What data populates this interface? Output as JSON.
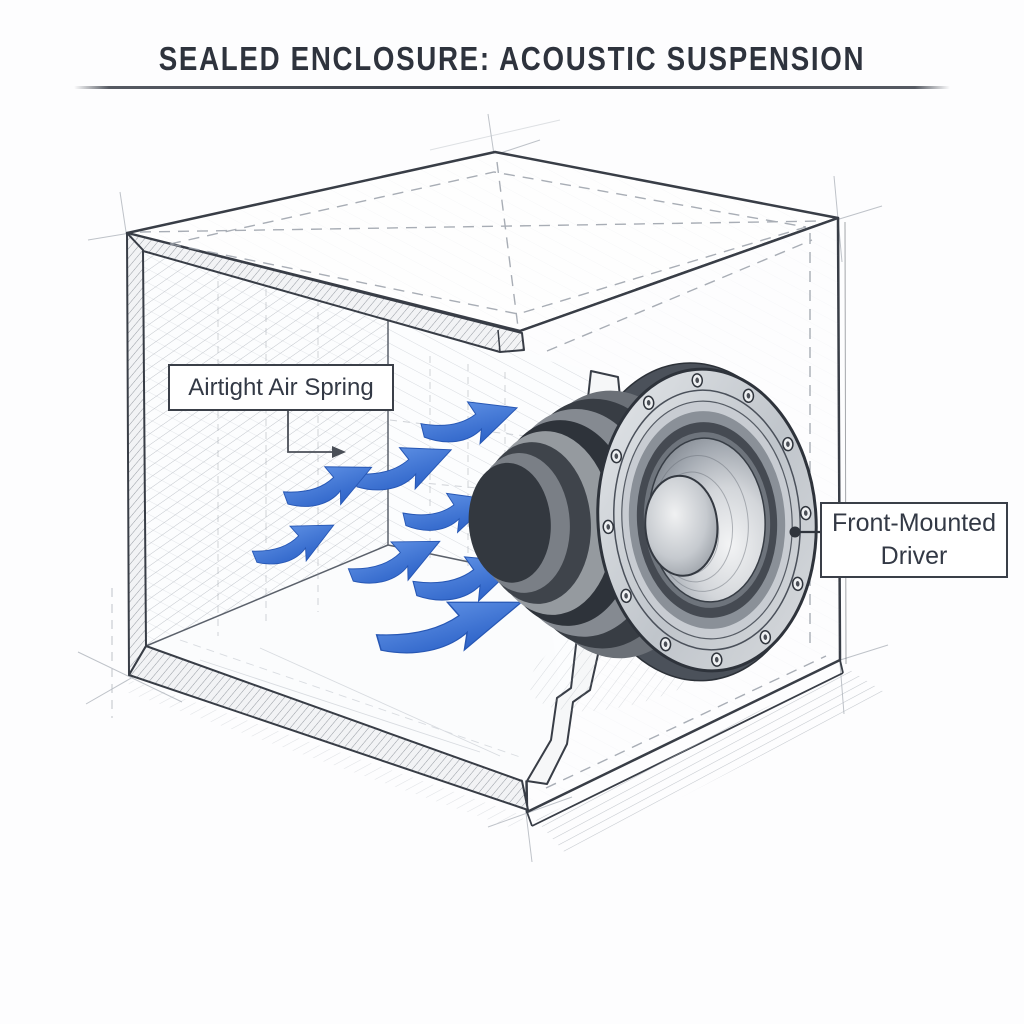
{
  "title": "SEALED ENCLOSURE: ACOUSTIC SUSPENSION",
  "callouts": {
    "air_spring": {
      "label": "Airtight Air Spring"
    },
    "driver": {
      "label_line1": "Front-Mounted",
      "label_line2": "Driver"
    }
  },
  "diagram": {
    "subject": "Cutaway pencil-sketch of a sealed loudspeaker enclosure showing the airtight air spring inside the box and the front-mounted driver",
    "style": "technical pencil sketch with construction lines",
    "airflow_arrows": {
      "count": 8,
      "direction": "toward front-mounted driver",
      "color": "#3d76d3"
    }
  },
  "colors": {
    "background": "#fdfdfe",
    "ink": "#343a44",
    "construction": "#a9afb7",
    "arrow_blue": "#3d76d3",
    "label_border": "#3a3f48",
    "rule": "#363b45"
  }
}
